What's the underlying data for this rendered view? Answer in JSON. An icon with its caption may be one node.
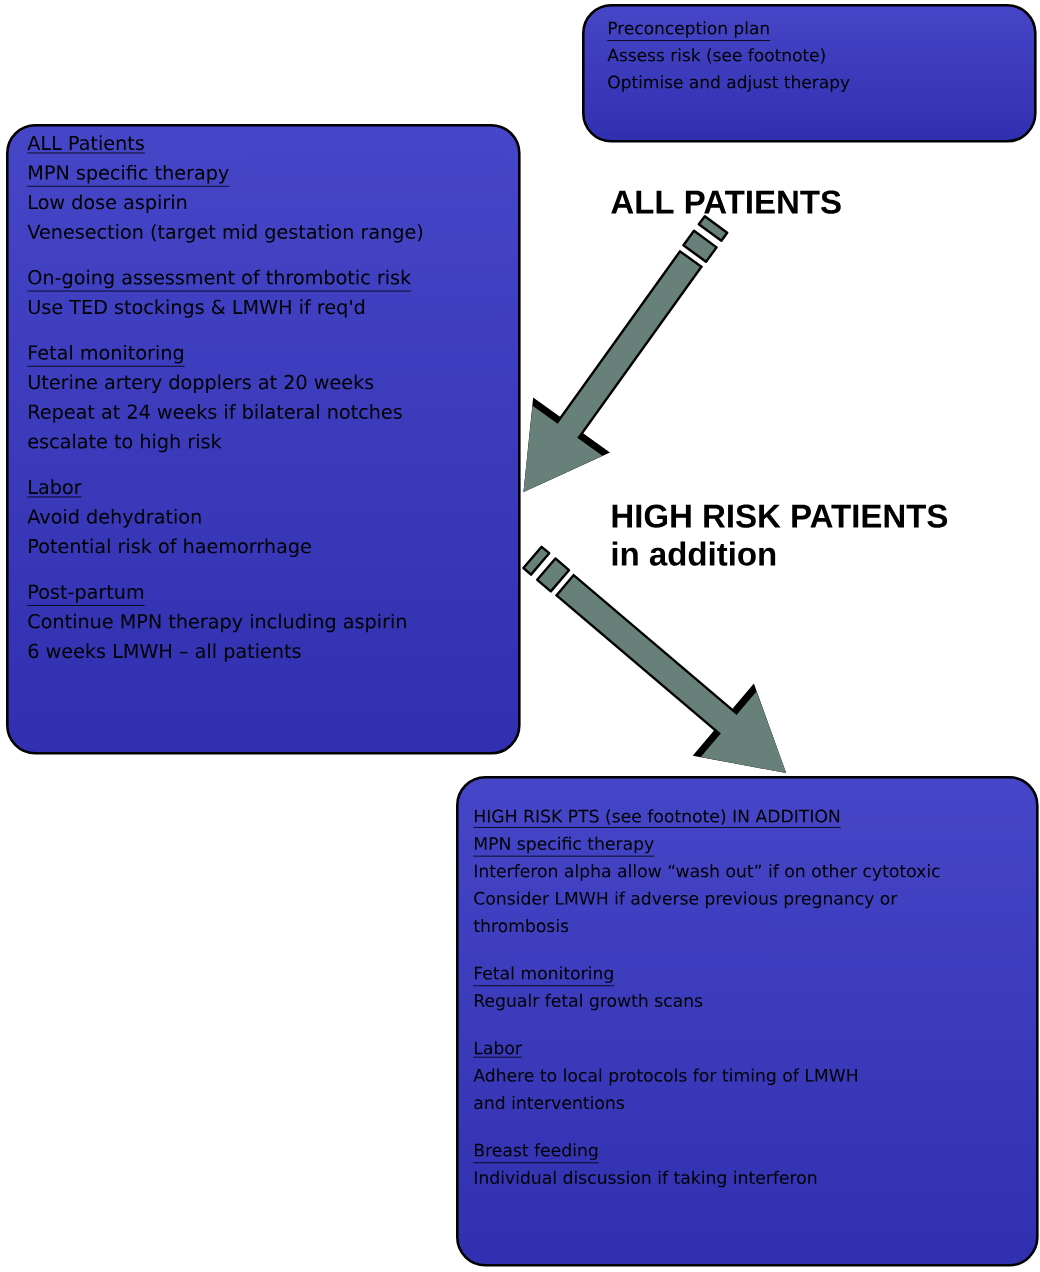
{
  "diagram": {
    "nodes": [
      {
        "text": [
          "Preconception plan",
          "Assess risk (see footnote)",
          "Optimise and adjust therapy"
        ]
      },
      {
        "text": [
          "ALL Patients",
          "MPN specific therapy",
          "Low dose aspirin",
          "Venesection (target mid gestation range)",
          "On-going assessment of  thrombotic risk",
          "Use TED stockings & LMWH if req'd",
          "Fetal monitoring",
          "Uterine artery dopplers at 20 weeks",
          "Repeat at 24 weeks if bilateral notches escalate to high risk",
          "Labor",
          "Avoid dehydration",
          "Potential risk of haemorrhage",
          "Post-partum",
          "Continue MPN therapy including aspirin",
          "6 weeks LMWH – all patients"
        ]
      },
      {
        "text": [
          "HIGH RISK  PTS (see footnote) IN ADDITION",
          "MPN specific therapy",
          "Interferon alpha allow “wash out” if on other cytotoxic",
          "Consider LMWH if adverse previous pregnancy or thrombosis",
          "Fetal monitoring",
          "Regualr fetal growth scans",
          "Labor",
          "Adhere to local protocols for timing of LMWH and interventions",
          "Breast feeding",
          "Individual discussion if taking interferon"
        ]
      }
    ],
    "edges": [
      {
        "from": null,
        "to": 1,
        "arrow": "to",
        "label": "ALL PATIENTS"
      },
      {
        "from": null,
        "to": 2,
        "arrow": "to",
        "label": "HIGH RISK PATIENTS in addition"
      }
    ]
  }
}
